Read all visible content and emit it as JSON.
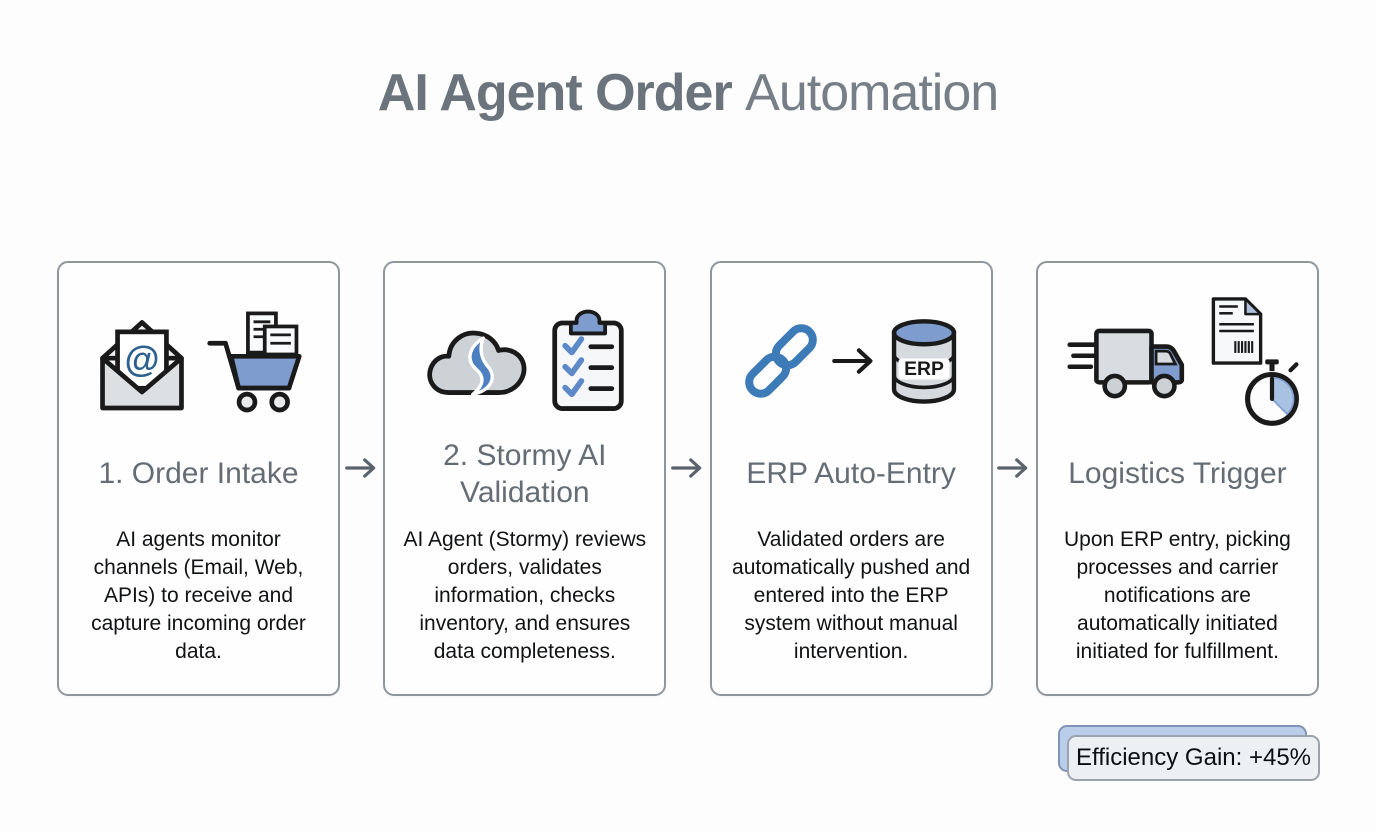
{
  "page": {
    "title_bold": "AI Agent Order",
    "title_light": "Automation"
  },
  "steps": [
    {
      "heading": "1. Order Intake",
      "body": "AI agents monitor channels (Email, Web, APIs) to receive and capture incoming order data.",
      "icons": [
        "email-envelope-icon",
        "shopping-cart-icon"
      ],
      "at_symbol": "@"
    },
    {
      "heading": "2. Stormy AI Validation",
      "body": "AI Agent (Stormy) reviews orders, validates information, checks inventory, and ensures data completeness.",
      "icons": [
        "stormy-cloud-icon",
        "checklist-clipboard-icon"
      ]
    },
    {
      "heading": "ERP Auto-Entry",
      "body": "Validated orders are automatically pushed and entered into the ERP system without manual intervention.",
      "icons": [
        "chain-link-icon",
        "right-arrow-icon",
        "erp-database-icon"
      ],
      "erp_label": "ERP"
    },
    {
      "heading": "Logistics Trigger",
      "body": "Upon ERP entry, picking processes and carrier notifications are automatically initiated initiated for fulfillment.",
      "icons": [
        "delivery-truck-icon",
        "invoice-document-icon",
        "stopwatch-icon"
      ]
    }
  ],
  "flow": {
    "connector_icon": "right-arrow"
  },
  "badge": {
    "label": "Efficiency Gain: +45%"
  },
  "colors": {
    "title_gray": "#6b747c",
    "heading_gray": "#646d75",
    "body_text": "#101214",
    "accent_blue": "#3f79b6",
    "fill_blue": "#7f9cce",
    "icon_gray": "#d2d6da",
    "card_border": "#8f979e",
    "connector_gray": "#5a636d",
    "badge_back_fill": "#bacde9",
    "badge_front_fill": "#edf0f3"
  }
}
